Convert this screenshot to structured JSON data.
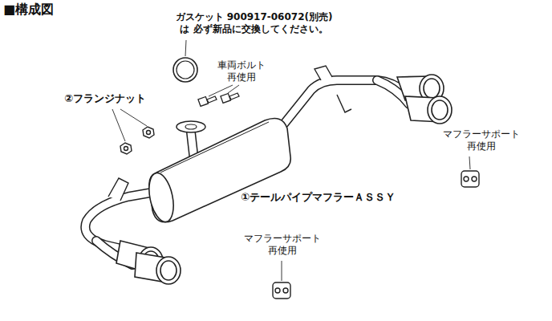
{
  "diagram": {
    "title": "■構成図",
    "labels": [
      "ガスケット 900917-06072(別売)は 必ず新品に交換してください。",
      "車両ボルト 再使用",
      "②フランジナット",
      "①テールパイプマフラーＡＳＳＹ",
      "マフラーサポート 再使用",
      "マフラーサポート 再使用"
    ]
  }
}
